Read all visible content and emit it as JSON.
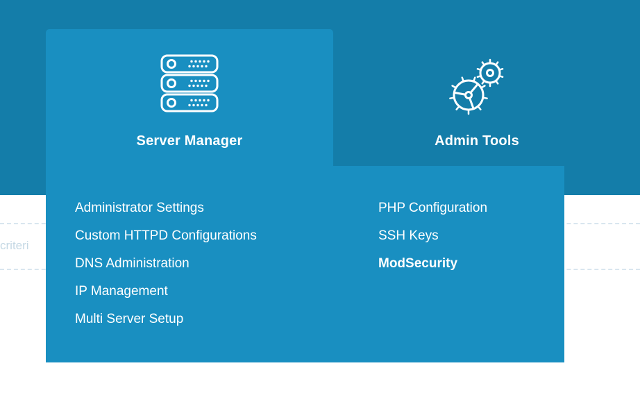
{
  "page": {
    "background_text_fragment": "criteri"
  },
  "menu": {
    "tabs": [
      {
        "label": "Server Manager",
        "icon": "server-rack-icon",
        "state": "hovered"
      },
      {
        "label": "Admin Tools",
        "icon": "gears-icon",
        "state": "normal"
      }
    ],
    "columns": [
      {
        "items": [
          {
            "label": "Administrator Settings"
          },
          {
            "label": "Custom HTTPD Configurations"
          },
          {
            "label": "DNS Administration"
          },
          {
            "label": "IP Management"
          },
          {
            "label": "Multi Server Setup"
          }
        ]
      },
      {
        "items": [
          {
            "label": "PHP Configuration"
          },
          {
            "label": "SSH Keys"
          },
          {
            "label": "ModSecurity",
            "active": true
          }
        ]
      }
    ]
  },
  "colors": {
    "header_teal": "#147da9",
    "panel_teal": "#198fc1",
    "menu_text": "#ffffff",
    "background_text": "#c4d8e4",
    "dashed_line": "#d9e6ef"
  }
}
